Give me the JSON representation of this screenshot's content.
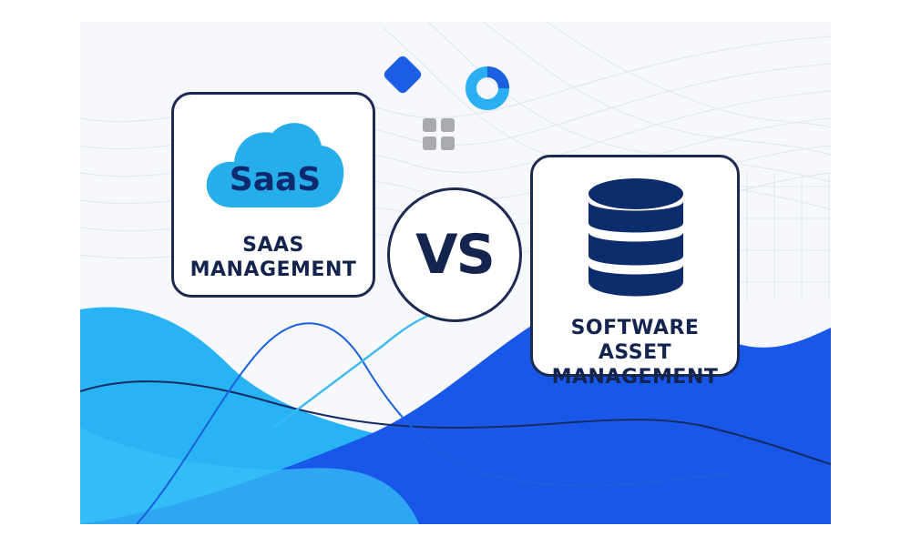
{
  "left_card": {
    "icon": "cloud-icon",
    "icon_text": "SaaS",
    "label_line1": "SAAS",
    "label_line2": "MANAGEMENT"
  },
  "center": {
    "text": "VS"
  },
  "right_card": {
    "icon": "database-icon",
    "label_line1": "SOFTWARE ASSET",
    "label_line2": "MANAGEMENT"
  },
  "decorations": [
    "diamond-icon",
    "ring-icon",
    "grid-icon"
  ],
  "colors": {
    "navy": "#13244e",
    "light_blue": "#29b6f6",
    "royal_blue": "#1a56e6",
    "cloud_blue": "#25aee9",
    "database_navy": "#0d2c6b",
    "grid_gray": "#a8aab0"
  }
}
